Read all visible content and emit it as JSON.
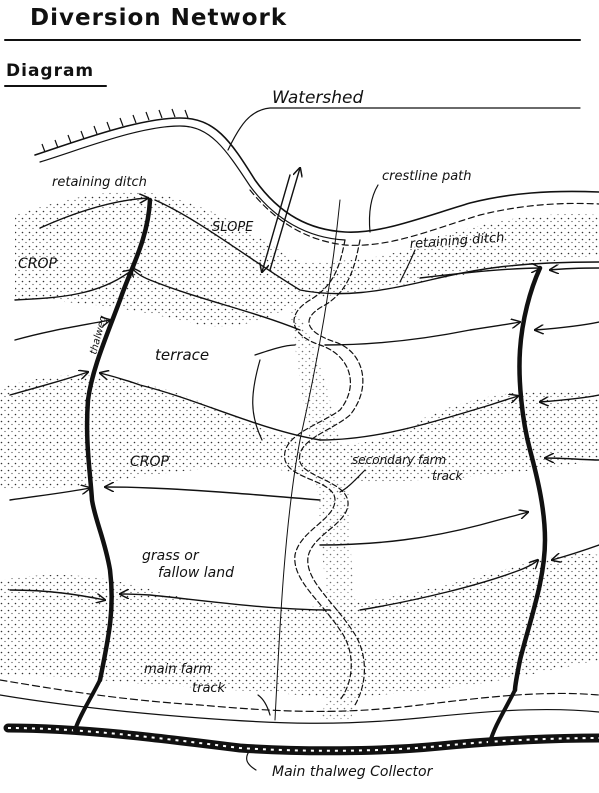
{
  "title": "Diversion Network",
  "subtitle": "Diagram",
  "labels": {
    "watershed": "Watershed",
    "crestline_path": "crestline path",
    "retaining_ditch_left": "retaining ditch",
    "retaining_ditch_right": "retaining ditch",
    "slope": "SLOPE",
    "crop_top": "CROP",
    "thalweg": "thalweg",
    "terrace": "terrace",
    "crop_mid": "CROP",
    "secondary_track_1": "secondary farm",
    "secondary_track_2": "track",
    "grass_1": "grass or",
    "grass_2": "fallow land",
    "main_track_1": "main farm",
    "main_track_2": "track",
    "collector": "Main thalweg Collector"
  },
  "colors": {
    "ink": "#111111",
    "paper": "#ffffff"
  }
}
